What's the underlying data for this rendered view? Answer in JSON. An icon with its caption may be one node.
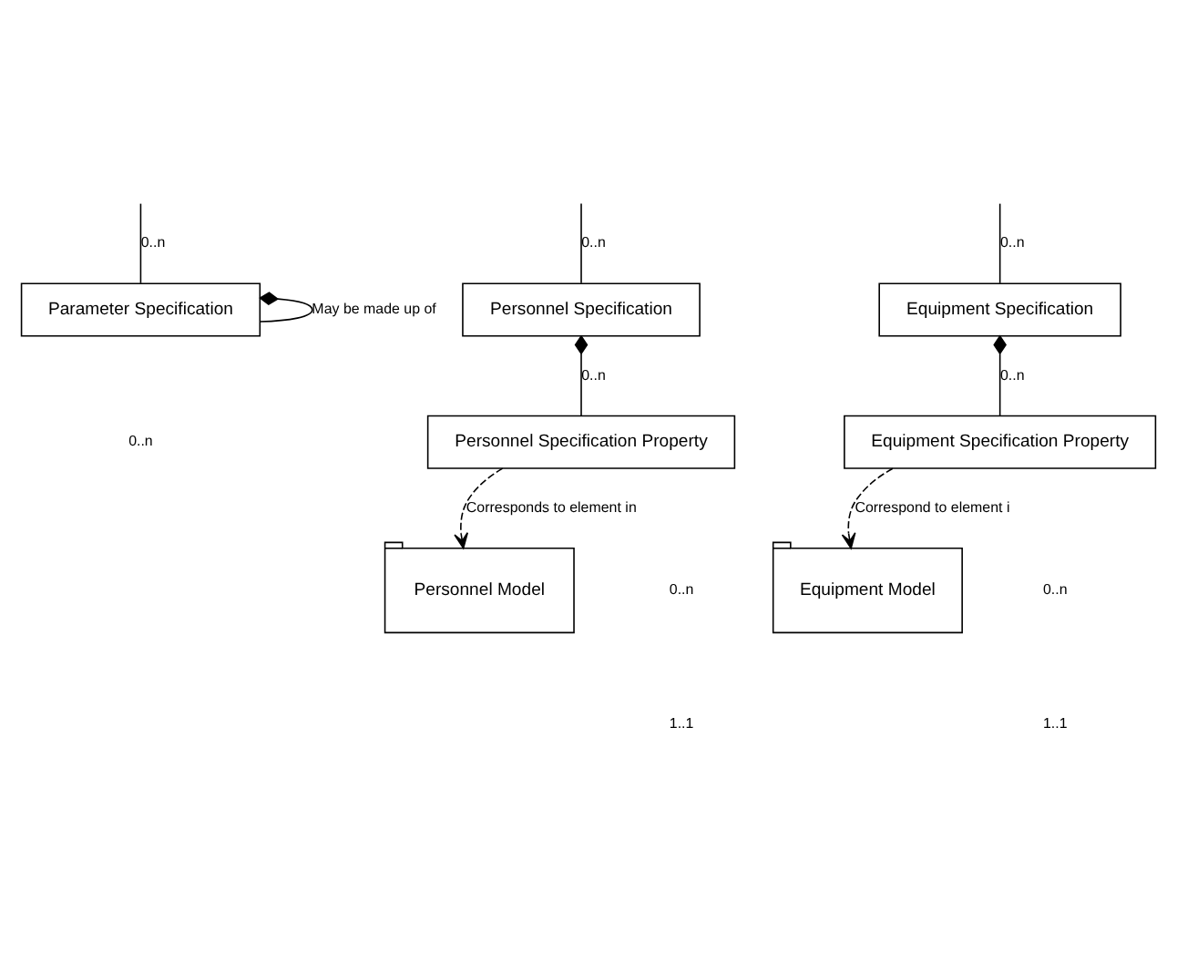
{
  "diagram": {
    "nodes": [
      {
        "text": [
          "Parameter Specification"
        ]
      },
      {
        "text": [
          "Personnel Specification"
        ]
      },
      {
        "text": [
          "Equipment Specification"
        ]
      },
      {
        "text": [
          "Personnel Specification Property"
        ]
      },
      {
        "text": [
          "Equipment Specification Property"
        ]
      },
      {
        "text": [
          "Personnel Model"
        ]
      },
      {
        "text": [
          "Equipment Model"
        ]
      }
    ],
    "edges": [
      {
        "from": null,
        "to": 0,
        "arrow": "none",
        "label": "0..n"
      },
      {
        "from": null,
        "to": 1,
        "arrow": "none",
        "label": "0..n"
      },
      {
        "from": null,
        "to": 2,
        "arrow": "none",
        "label": "0..n"
      },
      {
        "from": 0,
        "to": 0,
        "arrow": "other",
        "label": "May be made up of"
      },
      {
        "from": 1,
        "to": 3,
        "arrow": "other",
        "label": "0..n"
      },
      {
        "from": 2,
        "to": 4,
        "arrow": "other",
        "label": "0..n"
      },
      {
        "from": 3,
        "to": 5,
        "arrow": "to",
        "style": "dashed",
        "label": "Corresponds to element in"
      },
      {
        "from": 4,
        "to": 6,
        "arrow": "to",
        "style": "dashed",
        "label": "Correspond to element i"
      }
    ],
    "labels": [
      "0..n",
      "0..n",
      "1..1",
      "0..n",
      "1..1"
    ]
  }
}
